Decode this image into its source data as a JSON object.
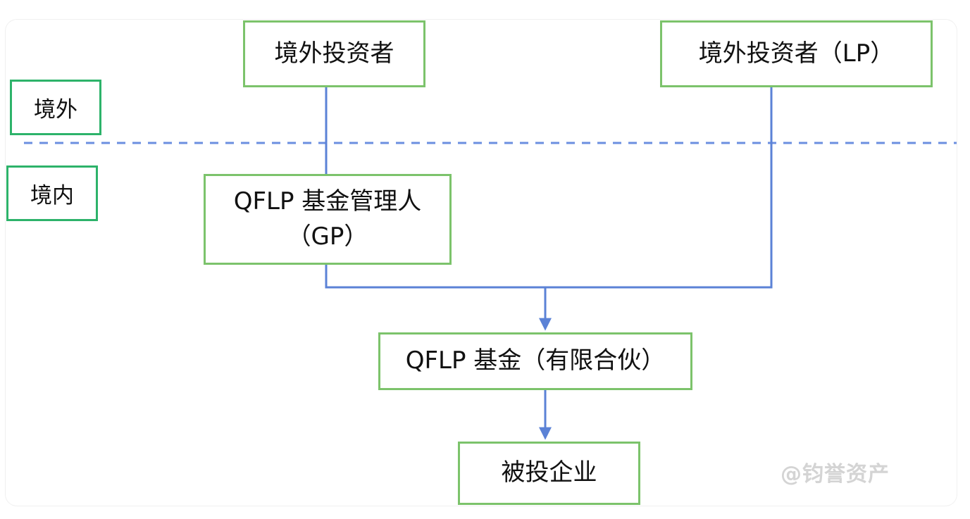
{
  "regions": {
    "overseas": "境外",
    "domestic": "境内"
  },
  "nodes": {
    "foreign_investor": "境外投资者",
    "foreign_investor_lp": "境外投资者（LP）",
    "qflp_manager_line1": "QFLP 基金管理人",
    "qflp_manager_line2": "（GP）",
    "qflp_fund": "QFLP 基金（有限合伙）",
    "investee": "被投企业"
  },
  "watermark": "@钧誉资产",
  "colors": {
    "box_border": "#7cc36b",
    "region_border": "#2db36a",
    "connector": "#5b82d6",
    "divider": "#6b8fe0"
  }
}
